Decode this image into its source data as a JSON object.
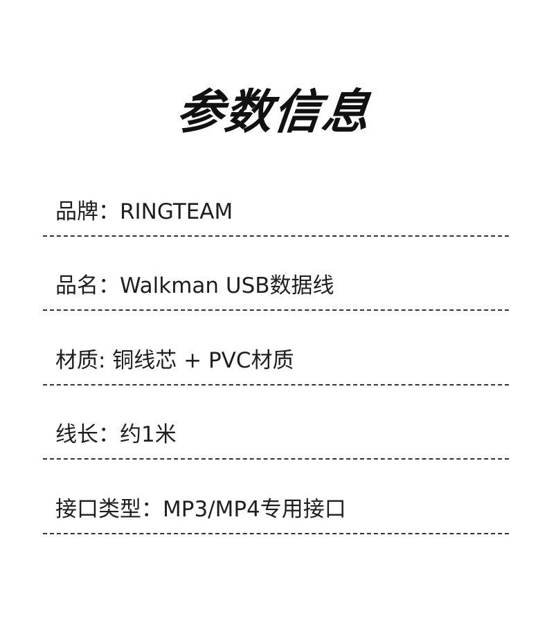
{
  "title": "参数信息",
  "params": [
    {
      "text": "品牌：RINGTEAM"
    },
    {
      "text": "品名：Walkman USB数据线"
    },
    {
      "text": "材质: 铜线芯 + PVC材质"
    },
    {
      "text": "线长：约1米"
    },
    {
      "text": "接口类型：MP3/MP4专用接口"
    }
  ],
  "colors": {
    "background": "#ffffff",
    "text": "#1e1e1e",
    "divider": "#333333"
  }
}
